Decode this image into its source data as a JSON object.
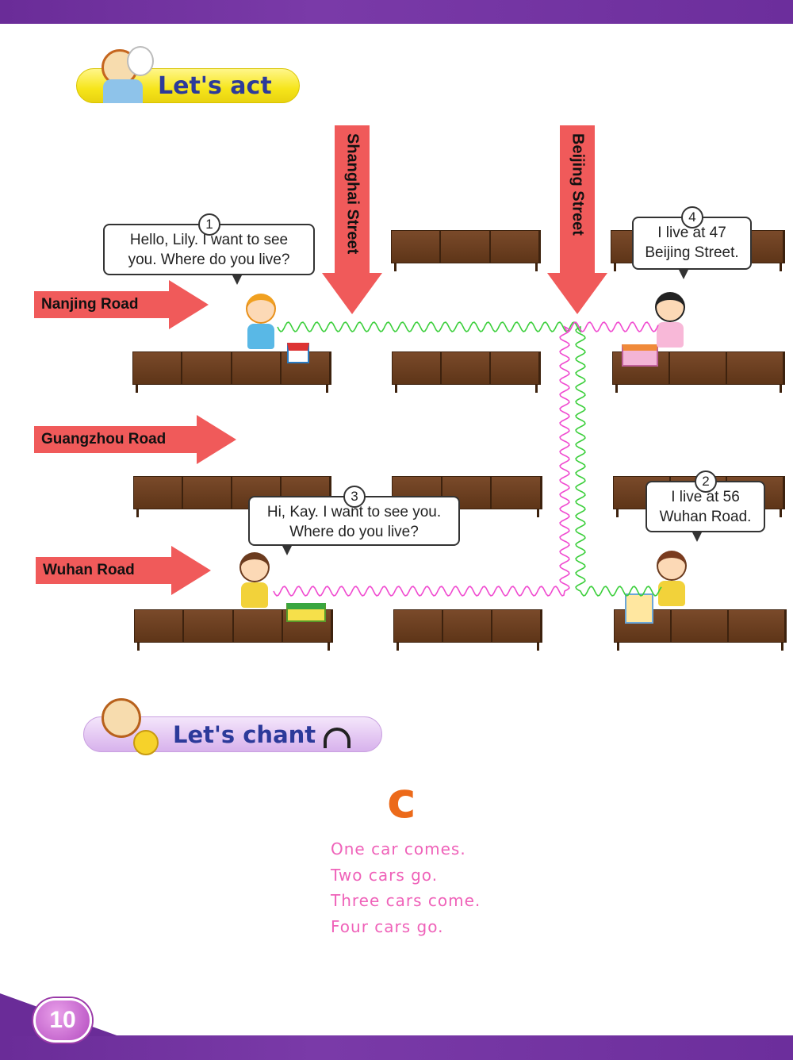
{
  "act": {
    "title": "Let's act"
  },
  "streets": [
    "Shanghai Street",
    "Beijing Street"
  ],
  "roads": [
    "Nanjing Road",
    "Guangzhou Road",
    "Wuhan Road"
  ],
  "bubbles": [
    {
      "num": "1",
      "line1": "Hello, Lily. I want to see",
      "line2": "you. Where do you live?"
    },
    {
      "num": "2",
      "line1": "I live at 56",
      "line2": "Wuhan Road."
    },
    {
      "num": "3",
      "line1": "Hi, Kay. I want to see you.",
      "line2": "Where do you live?"
    },
    {
      "num": "4",
      "line1": "I live at 47",
      "line2": "Beijing Street."
    }
  ],
  "chant": {
    "title": "Let's chant",
    "letter": "c",
    "lines": [
      "One car comes.",
      "Two cars go.",
      "Three cars come.",
      "Four cars go."
    ]
  },
  "page_number": "10",
  "colors": {
    "band": "#6a2c98",
    "arrow": "#f05a5a",
    "chant_text": "#ef62b9",
    "title_text": "#2c3a9a"
  }
}
